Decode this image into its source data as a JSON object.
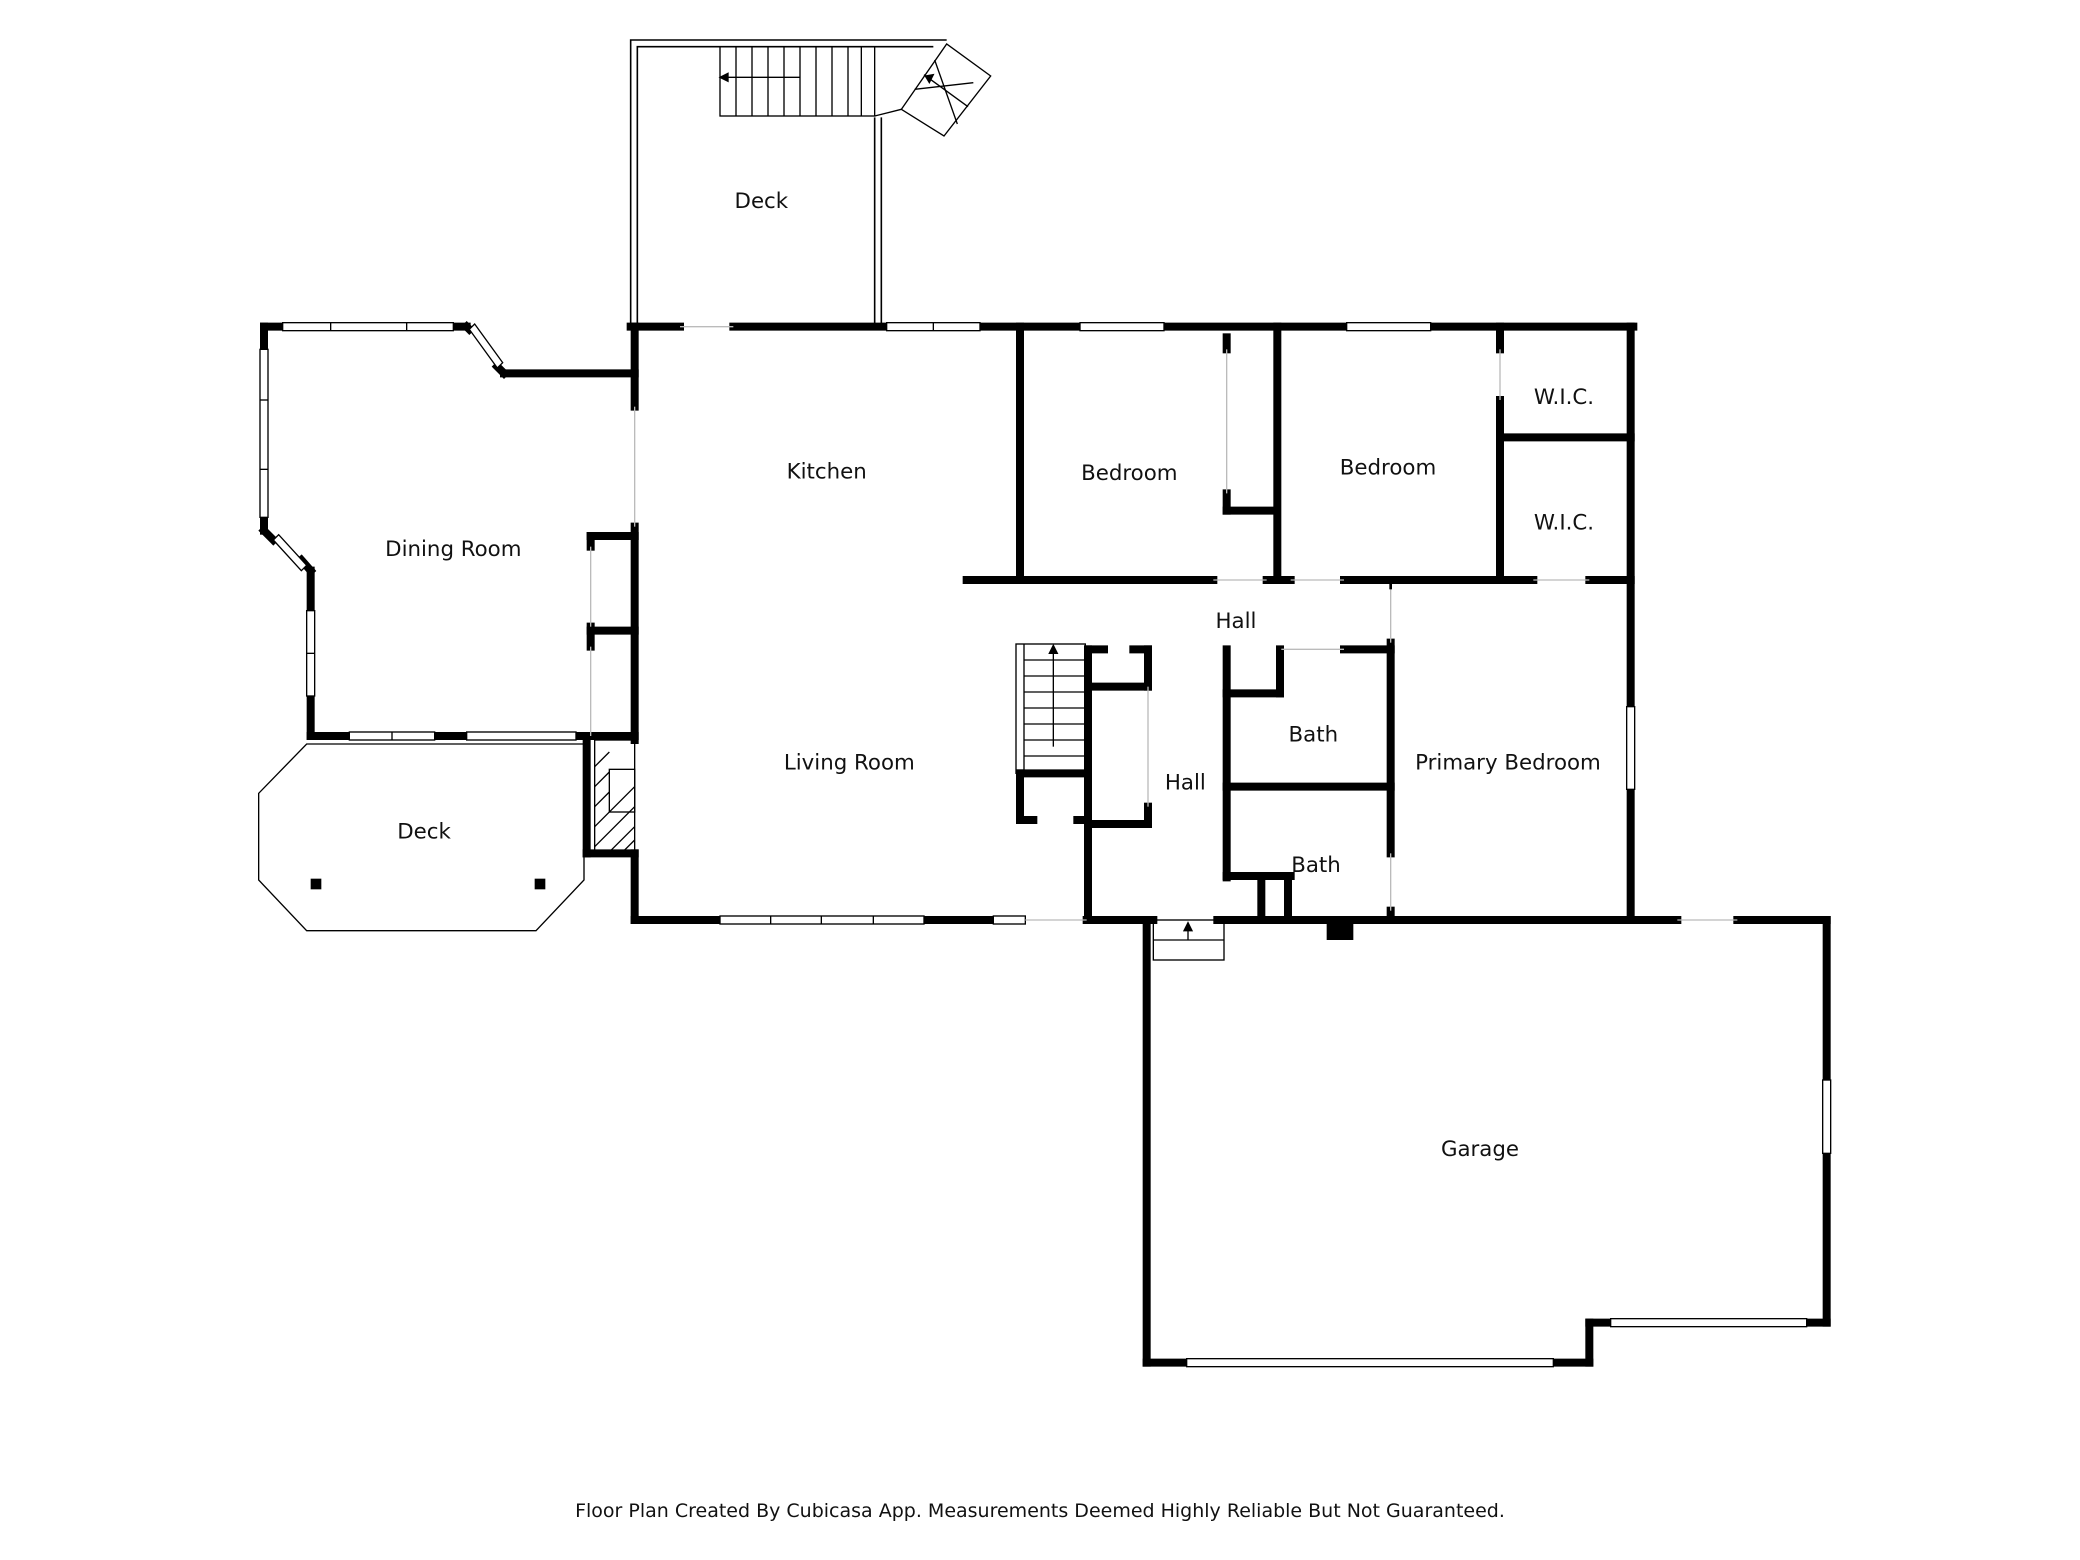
{
  "rooms": {
    "deck_top": "Deck",
    "kitchen": "Kitchen",
    "bedroom_1": "Bedroom",
    "bedroom_2": "Bedroom",
    "wic_1": "W.I.C.",
    "wic_2": "W.I.C.",
    "dining_room": "Dining Room",
    "hall_upper": "Hall",
    "living_room": "Living Room",
    "hall_lower": "Hall",
    "bath_1": "Bath",
    "bath_2": "Bath",
    "primary_bedroom": "Primary Bedroom",
    "deck_left": "Deck",
    "garage": "Garage"
  },
  "footer": "Floor Plan Created By Cubicasa App. Measurements Deemed Highly Reliable But Not Guaranteed.",
  "colors": {
    "wall": "#000000",
    "window": "#ffffff",
    "background": "#ffffff"
  }
}
